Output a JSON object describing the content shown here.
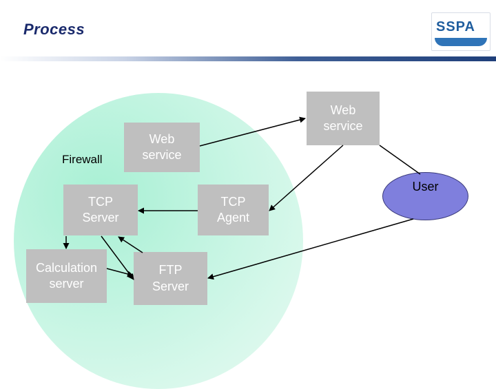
{
  "slide": {
    "title": "Process",
    "logo_text": "SSPA"
  },
  "diagram": {
    "firewall_label": "Firewall",
    "nodes": {
      "web_service_inner": "Web\nservice",
      "web_service_outer": "Web\nservice",
      "tcp_server": "TCP\nServer",
      "tcp_agent": "TCP\nAgent",
      "calculation_server": "Calculation\nserver",
      "ftp_server": "FTP\nServer",
      "user": "User"
    }
  },
  "colors": {
    "title": "#1a2a6c",
    "box_fill": "#bfbfbf",
    "box_text": "#ffffff",
    "user_fill": "#7f7fdd",
    "firewall_zone": "#c6f5e3"
  }
}
